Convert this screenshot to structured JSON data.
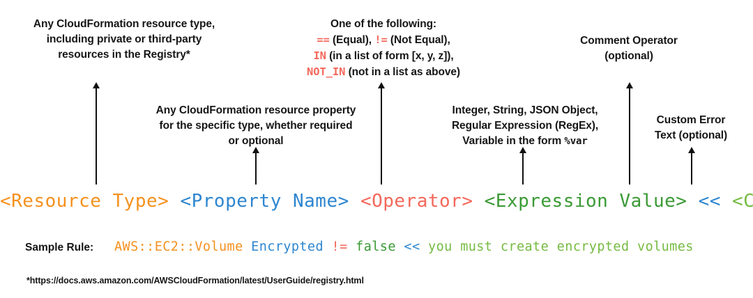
{
  "annotations": {
    "resource_type": {
      "lines": [
        "Any CloudFormation resource type,",
        "including private or third-party",
        "resources in the Registry*"
      ]
    },
    "property_name": {
      "lines": [
        "Any CloudFormation resource property",
        "for the specific type, whether required",
        "or optional"
      ]
    },
    "operator": {
      "heading": "One of the following:",
      "items": [
        {
          "op": "==",
          "desc": "(Equal),"
        },
        {
          "op": "!=",
          "desc": "(Not Equal),"
        },
        {
          "op": "IN",
          "desc": "(in a list of form [x, y, z]),"
        },
        {
          "op": "NOT_IN",
          "desc": "(not in a list as above)"
        }
      ]
    },
    "expression_value": {
      "line1": "Integer, String, JSON Object,",
      "line2": "Regular Expression (RegEx),",
      "line3_pre": "Variable in the form ",
      "line3_mono": "%var"
    },
    "comment_operator": {
      "lines": [
        "Comment Operator",
        "(optional)"
      ]
    },
    "custom_error": {
      "lines": [
        "Custom Error",
        "Text (optional)"
      ]
    }
  },
  "syntax": {
    "resource_type": "<Resource Type>",
    "property_name": "<Property Name>",
    "operator": "<Operator>",
    "expression_value": "<Expression Value>",
    "comment_operator": "<<",
    "comment": "<Comment>"
  },
  "sample": {
    "label": "Sample Rule:",
    "resource_type": "AWS::EC2::Volume",
    "property_name": "Encrypted",
    "operator": "!=",
    "expression_value": "false",
    "comment_operator": "<<",
    "comment": "you must create encrypted volumes"
  },
  "footnote": {
    "text": "*https://docs.aws.amazon.com/AWSCloudFormation/latest/UserGuide/registry.html"
  },
  "colors": {
    "resource_type": "#f5911e",
    "property_name": "#2e86d0",
    "operator": "#f4685b",
    "expression_value": "#3a9a35",
    "comment_operator": "#2e86d0",
    "comment": "#76bb42",
    "text": "#161616"
  }
}
